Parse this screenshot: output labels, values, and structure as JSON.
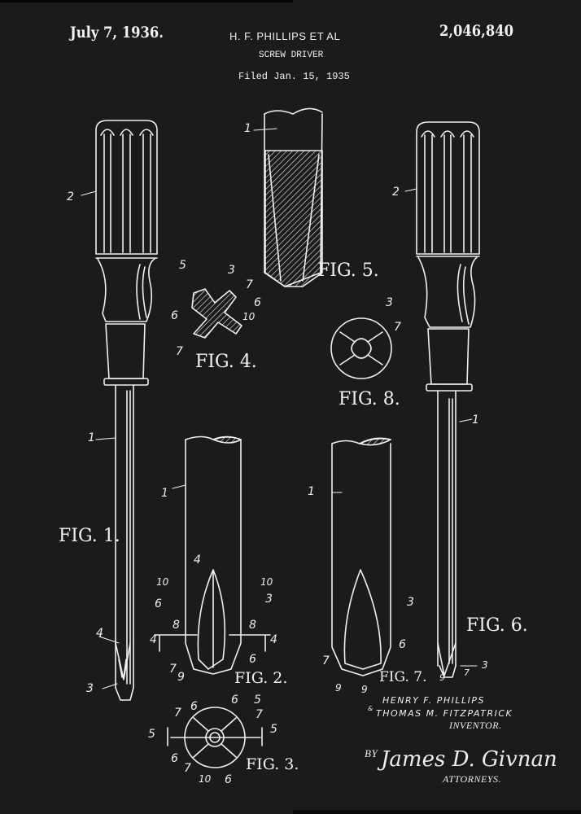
{
  "header": {
    "date": "July 7, 1936.",
    "inventors_short": "H. F. PHILLIPS ET AL",
    "title": "SCREW DRIVER",
    "filed": "Filed Jan. 15, 1935",
    "patent_number": "2,046,840"
  },
  "figures": [
    {
      "id": "fig1",
      "label": "FIG. 1."
    },
    {
      "id": "fig2",
      "label": "FIG. 2."
    },
    {
      "id": "fig3",
      "label": "FIG. 3."
    },
    {
      "id": "fig4",
      "label": "FIG. 4."
    },
    {
      "id": "fig5",
      "label": "FIG. 5."
    },
    {
      "id": "fig6",
      "label": "FIG. 6."
    },
    {
      "id": "fig7",
      "label": "FIG. 7."
    },
    {
      "id": "fig8",
      "label": "FIG. 8."
    }
  ],
  "reference_numerals": {
    "fig1": [
      "2",
      "1",
      "4",
      "3"
    ],
    "fig2": [
      "1",
      "4",
      "10",
      "10",
      "6",
      "3",
      "8",
      "8",
      "4",
      "4",
      "7",
      "9",
      "6"
    ],
    "fig3": [
      "7",
      "6",
      "6",
      "5",
      "7",
      "5",
      "5",
      "6",
      "7",
      "10",
      "6"
    ],
    "fig4": [
      "5",
      "3",
      "7",
      "6",
      "6",
      "10",
      "7"
    ],
    "fig5": [
      "1"
    ],
    "fig6": [
      "2",
      "1",
      "3",
      "7",
      "9"
    ],
    "fig7": [
      "1",
      "3",
      "7",
      "6",
      "9",
      "9"
    ],
    "fig8": [
      "3",
      "7"
    ]
  },
  "footer": {
    "inventor_1": "HENRY F. PHILLIPS",
    "conjunction": "&",
    "inventor_2": "THOMAS M. FITZPATRICK",
    "inventor_role": "INVENTOR.",
    "by": "BY",
    "attorney_signature": "James D. Givnan",
    "attorney_role": "ATTORNEYS."
  },
  "colors": {
    "background": "#1b1b1b",
    "ink": "#f2f2f2"
  }
}
